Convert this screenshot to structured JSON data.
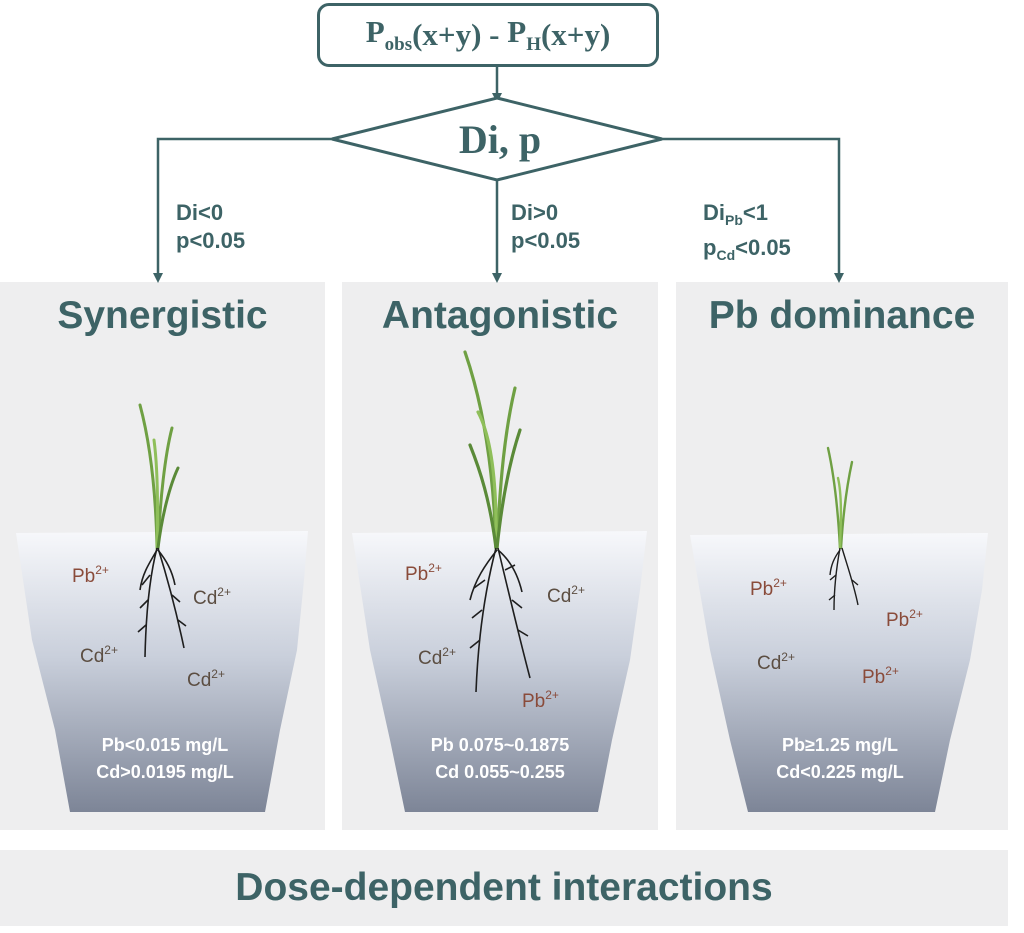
{
  "formula": {
    "p": "P",
    "obs": "obs",
    "xy1": "(x+y) - ",
    "p2": "P",
    "h": "H",
    "xy2": "(x+y)"
  },
  "decision": {
    "label": "Di, p"
  },
  "conditions": {
    "left": {
      "line1": "Di<0",
      "line2": "p<0.05"
    },
    "middle": {
      "line1": "Di>0",
      "line2": "p<0.05"
    },
    "right": {
      "di": "Di",
      "di_sub": "Pb",
      "di_rest": "<1",
      "p": "p",
      "p_sub": "Cd",
      "p_rest": "<0.05"
    }
  },
  "panels": {
    "synergistic": {
      "title": "Synergistic",
      "ions": [
        {
          "el": "Pb",
          "charge": "2+"
        },
        {
          "el": "Cd",
          "charge": "2+"
        },
        {
          "el": "Cd",
          "charge": "2+"
        },
        {
          "el": "Cd",
          "charge": "2+"
        }
      ],
      "conc1": "Pb<0.015 mg/L",
      "conc2": "Cd>0.0195 mg/L"
    },
    "antagonistic": {
      "title": "Antagonistic",
      "ions": [
        {
          "el": "Pb",
          "charge": "2+"
        },
        {
          "el": "Cd",
          "charge": "2+"
        },
        {
          "el": "Cd",
          "charge": "2+"
        },
        {
          "el": "Pb",
          "charge": "2+"
        }
      ],
      "conc1": "Pb 0.075~0.1875",
      "conc2": "Cd 0.055~0.255"
    },
    "pb_dominance": {
      "title": "Pb dominance",
      "ions": [
        {
          "el": "Pb",
          "charge": "2+"
        },
        {
          "el": "Pb",
          "charge": "2+"
        },
        {
          "el": "Cd",
          "charge": "2+"
        },
        {
          "el": "Pb",
          "charge": "2+"
        }
      ],
      "conc1": "Pb≥1.25 mg/L",
      "conc2": "Cd<0.225 mg/L"
    }
  },
  "footer": {
    "label": "Dose-dependent interactions"
  },
  "colors": {
    "primary": "#3d6366",
    "panel_bg": "#eeeeef",
    "pb_ion": "#8a4b3a",
    "cd_ion": "#5c4e42",
    "leaf": "#6fa043"
  }
}
